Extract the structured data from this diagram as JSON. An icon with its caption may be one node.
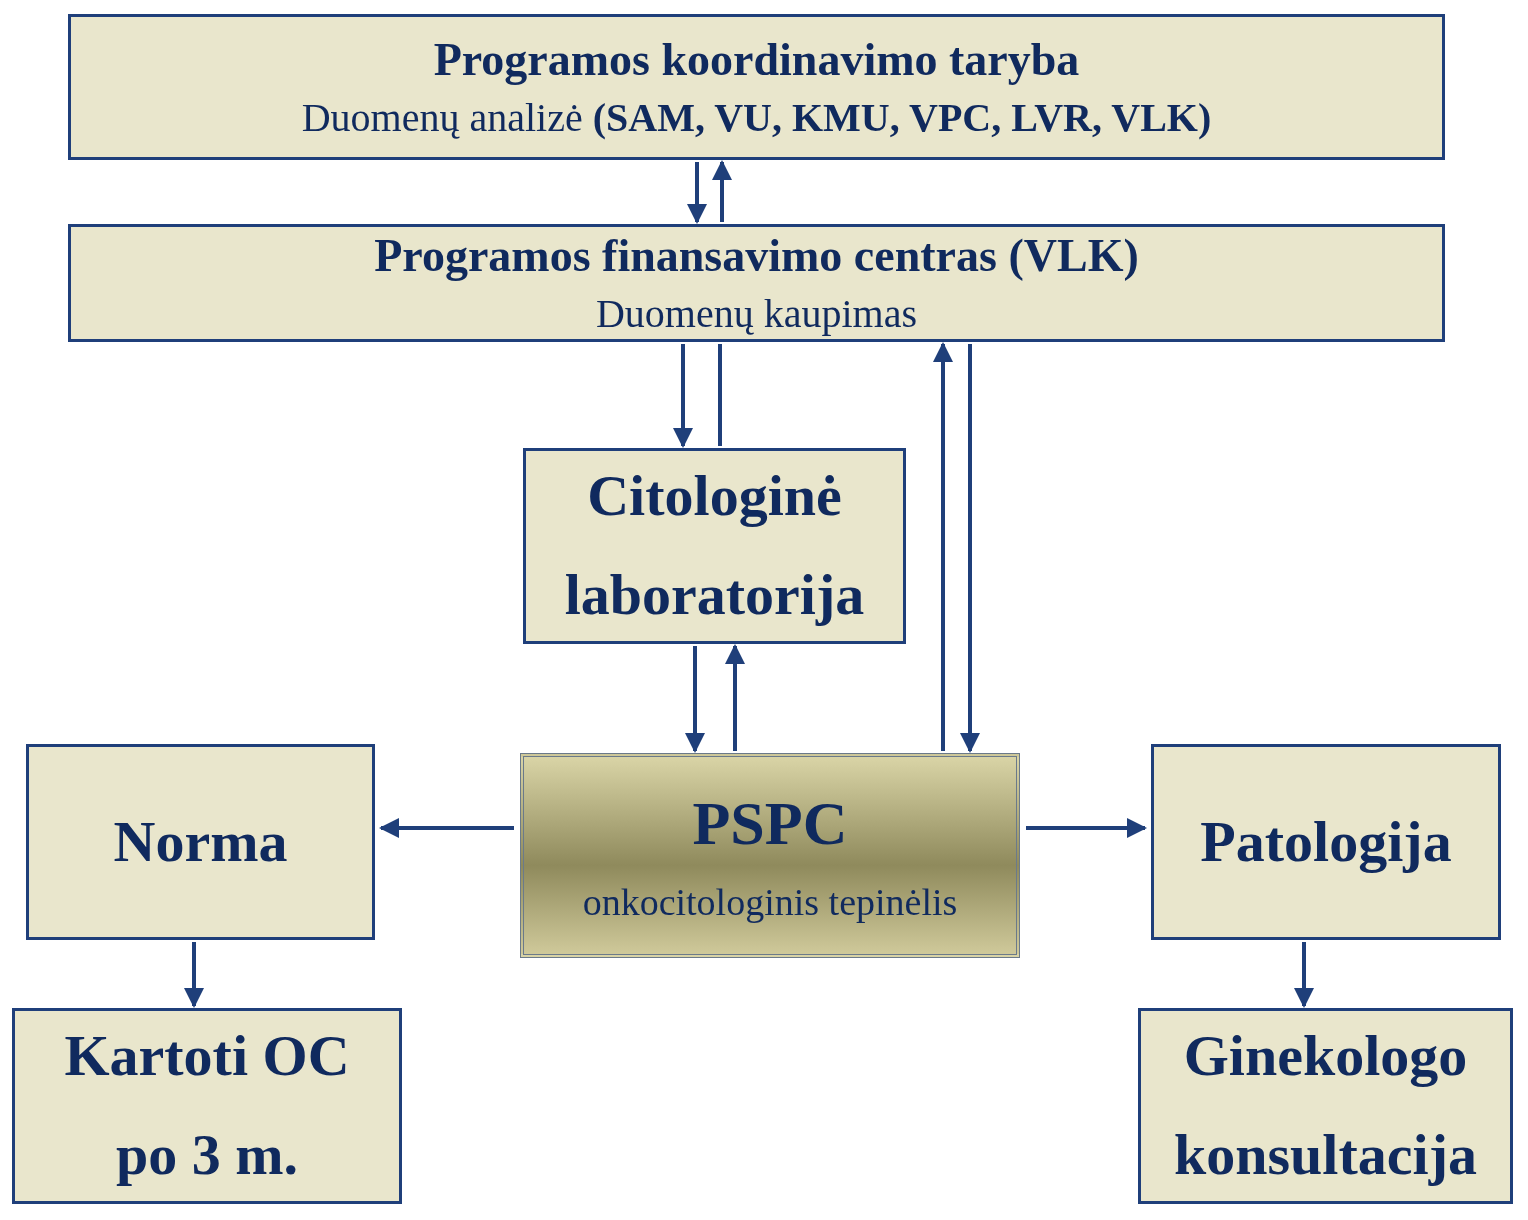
{
  "diagram": {
    "nodes": [
      {
        "text": [
          "Programos koordinavimo taryba",
          "Duomenų analizė **(SAM, VU, KMU, VPC, LVR, VLK)**"
        ]
      },
      {
        "text": [
          "Programos finansavimo centras (VLK)",
          "Duomenų kaupimas"
        ]
      },
      {
        "text": [
          "Citologinė laboratorija"
        ]
      },
      {
        "text": [
          "Norma"
        ]
      },
      {
        "text": [
          "PSPC",
          "onkocitologinis tepinėlis"
        ]
      },
      {
        "text": [
          "Patologija"
        ]
      },
      {
        "text": [
          "Kartoti OC",
          "po 3 m."
        ]
      },
      {
        "text": [
          "Ginekologo konsultacija"
        ]
      }
    ],
    "edges": [
      {
        "from": 0,
        "to": 1,
        "arrow": "to"
      },
      {
        "from": 1,
        "to": 0,
        "arrow": "to"
      },
      {
        "from": 1,
        "to": 2,
        "arrow": "to"
      },
      {
        "from": 2,
        "to": 1,
        "arrow": "none"
      },
      {
        "from": 2,
        "to": 4,
        "arrow": "to"
      },
      {
        "from": 4,
        "to": 2,
        "arrow": "to"
      },
      {
        "from": 4,
        "to": 1,
        "arrow": "to"
      },
      {
        "from": 1,
        "to": 4,
        "arrow": "to"
      },
      {
        "from": 4,
        "to": 3,
        "arrow": "to"
      },
      {
        "from": 4,
        "to": 5,
        "arrow": "to"
      },
      {
        "from": 3,
        "to": 6,
        "arrow": "to"
      },
      {
        "from": 5,
        "to": 7,
        "arrow": "to"
      }
    ]
  }
}
